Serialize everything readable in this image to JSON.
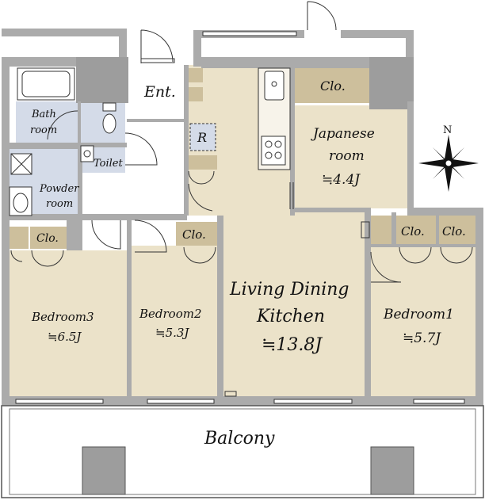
{
  "rooms": {
    "entrance": "Ent.",
    "bath": [
      "Bath",
      "room"
    ],
    "toilet": "Toilet",
    "powder": [
      "Powder",
      "room"
    ],
    "refrigerator": "R",
    "japanese": [
      "Japanese",
      "room",
      "≒4.4J"
    ],
    "ldk": [
      "Living Dining",
      "Kitchen",
      "≒13.8J"
    ],
    "bedroom1": [
      "Bedroom1",
      "≒5.7J"
    ],
    "bedroom2": [
      "Bedroom2",
      "≒5.3J"
    ],
    "bedroom3": [
      "Bedroom3",
      "≒6.5J"
    ],
    "balcony": "Balcony"
  },
  "closet_label": "Clo.",
  "compass_label": "N",
  "colors": {
    "wall": "#ababab",
    "floor_tan": "#ebe2c9",
    "wet_area": "#d4dbe8",
    "closet": "#cdbf9c",
    "pillar": "#9d9d9d",
    "line": "#333333"
  }
}
